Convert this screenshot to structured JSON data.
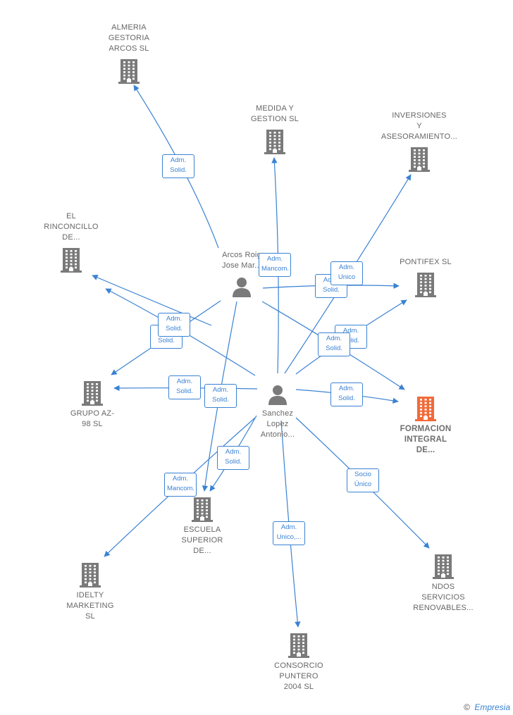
{
  "colors": {
    "edge": "#3a82d4",
    "building": "#7a7a7a",
    "building_highlight": "#f26a3a",
    "person": "#7a7a7a",
    "label": "#666666"
  },
  "nodes": [
    {
      "id": "almeria",
      "type": "company",
      "label": [
        "ALMERIA",
        "GESTORIA",
        "ARCOS SL"
      ],
      "icon": "building-icon"
    },
    {
      "id": "medida",
      "type": "company",
      "label": [
        "MEDIDA Y",
        "GESTION  SL"
      ],
      "icon": "building-icon"
    },
    {
      "id": "inversiones",
      "type": "company",
      "label": [
        "INVERSIONES",
        "Y",
        "ASESORAMIENTO..."
      ],
      "icon": "building-icon"
    },
    {
      "id": "rinconcillo",
      "type": "company",
      "label": [
        "EL",
        "RINCONCILLO",
        "DE..."
      ],
      "icon": "building-icon"
    },
    {
      "id": "pontifex",
      "type": "company",
      "label": [
        "PONTIFEX SL"
      ],
      "icon": "building-icon"
    },
    {
      "id": "grupoaz",
      "type": "company",
      "label": [
        "GRUPO AZ-",
        "98 SL"
      ],
      "icon": "building-icon"
    },
    {
      "id": "formacion",
      "type": "company",
      "highlight": true,
      "label": [
        "FORMACION",
        "INTEGRAL",
        "DE..."
      ],
      "icon": "building-icon"
    },
    {
      "id": "escuela",
      "type": "company",
      "label": [
        "ESCUELA",
        "SUPERIOR",
        "DE..."
      ],
      "icon": "building-icon"
    },
    {
      "id": "idelty",
      "type": "company",
      "label": [
        "IDELTY",
        "MARKETING",
        "SL"
      ],
      "icon": "building-icon"
    },
    {
      "id": "ndos",
      "type": "company",
      "label": [
        "NDOS",
        "SERVICIOS",
        "RENOVABLES..."
      ],
      "icon": "building-icon"
    },
    {
      "id": "consorcio",
      "type": "company",
      "label": [
        "CONSORCIO",
        "PUNTERO",
        "2004  SL"
      ],
      "icon": "building-icon"
    },
    {
      "id": "arcos",
      "type": "person",
      "label": [
        "Arcos Roig",
        "Jose Mar..."
      ],
      "icon": "person-icon"
    },
    {
      "id": "sanchez",
      "type": "person",
      "label": [
        "Sanchez",
        "Lopez",
        "Antonio..."
      ],
      "icon": "person-icon"
    }
  ],
  "edges": [
    {
      "from": "arcos",
      "to": "almeria",
      "label": [
        "Adm.",
        "Solid."
      ]
    },
    {
      "from": "arcos",
      "to": "rinconcillo",
      "label": [
        "Adm.",
        "Solid."
      ]
    },
    {
      "from": "arcos",
      "to": "grupoaz",
      "label": [
        "Adm.",
        "Solid."
      ]
    },
    {
      "from": "arcos",
      "to": "pontifex",
      "label": [
        "Adm.",
        "Solid."
      ]
    },
    {
      "from": "arcos",
      "to": "formacion",
      "label": [
        "Adm.",
        "Solid."
      ]
    },
    {
      "from": "arcos",
      "to": "escuela",
      "label": [
        "Adm.",
        "Solid."
      ]
    },
    {
      "from": "sanchez",
      "to": "medida",
      "label": [
        "Adm.",
        "Mancom."
      ]
    },
    {
      "from": "sanchez",
      "to": "inversiones",
      "label": [
        "Adm.",
        "Unico"
      ]
    },
    {
      "from": "sanchez",
      "to": "rinconcillo",
      "label": [
        "Adm.",
        "Solid."
      ]
    },
    {
      "from": "sanchez",
      "to": "pontifex",
      "label": [
        "Adm.",
        "Solid."
      ]
    },
    {
      "from": "sanchez",
      "to": "grupoaz",
      "label": [
        "Adm.",
        "Solid."
      ]
    },
    {
      "from": "sanchez",
      "to": "formacion",
      "label": [
        "Adm.",
        "Solid."
      ]
    },
    {
      "from": "sanchez",
      "to": "escuela",
      "label": [
        "Adm.",
        "Solid."
      ]
    },
    {
      "from": "sanchez",
      "to": "idelty",
      "label": [
        "Adm.",
        "Mancom."
      ]
    },
    {
      "from": "sanchez",
      "to": "ndos",
      "label": [
        "Socio",
        "Único"
      ]
    },
    {
      "from": "sanchez",
      "to": "consorcio",
      "label": [
        "Adm.",
        "Unico,..."
      ]
    }
  ],
  "brand": {
    "copyright": "©",
    "name": "Empresia"
  }
}
